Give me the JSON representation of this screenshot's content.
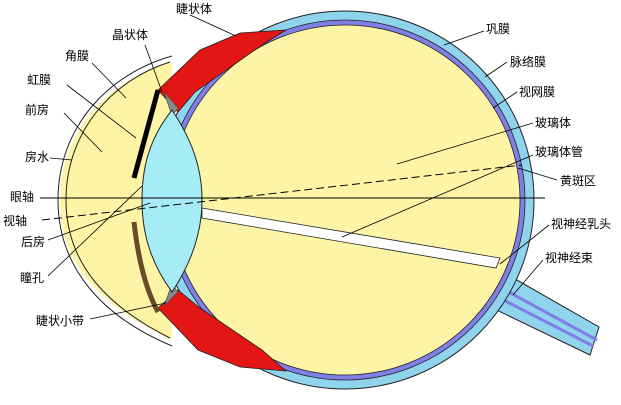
{
  "labels": {
    "ciliary_body": "睫状体",
    "lens": "晶状体",
    "cornea": "角膜",
    "iris": "虹膜",
    "anterior_chamber": "前房",
    "aqueous_humor": "房水",
    "optical_axis": "眼轴",
    "visual_axis": "视轴",
    "posterior_chamber": "后房",
    "pupil": "瞳孔",
    "zonule": "睫状小带",
    "sclera": "巩膜",
    "choroid": "脉络膜",
    "retina": "视网膜",
    "vitreous_body": "玻璃体",
    "hyaloid_canal": "玻璃体管",
    "macula": "黄斑区",
    "optic_disc": "视神经乳头",
    "optic_nerve": "视神经束"
  },
  "colors": {
    "sclera": "#8fd3ec",
    "choroid": "#7f7fe6",
    "vitreous": "#fdf5a5",
    "ciliary_body": "#e31515",
    "lens": "#a6ecf6",
    "iris": "#6b4a2a",
    "outline": "#222222"
  }
}
